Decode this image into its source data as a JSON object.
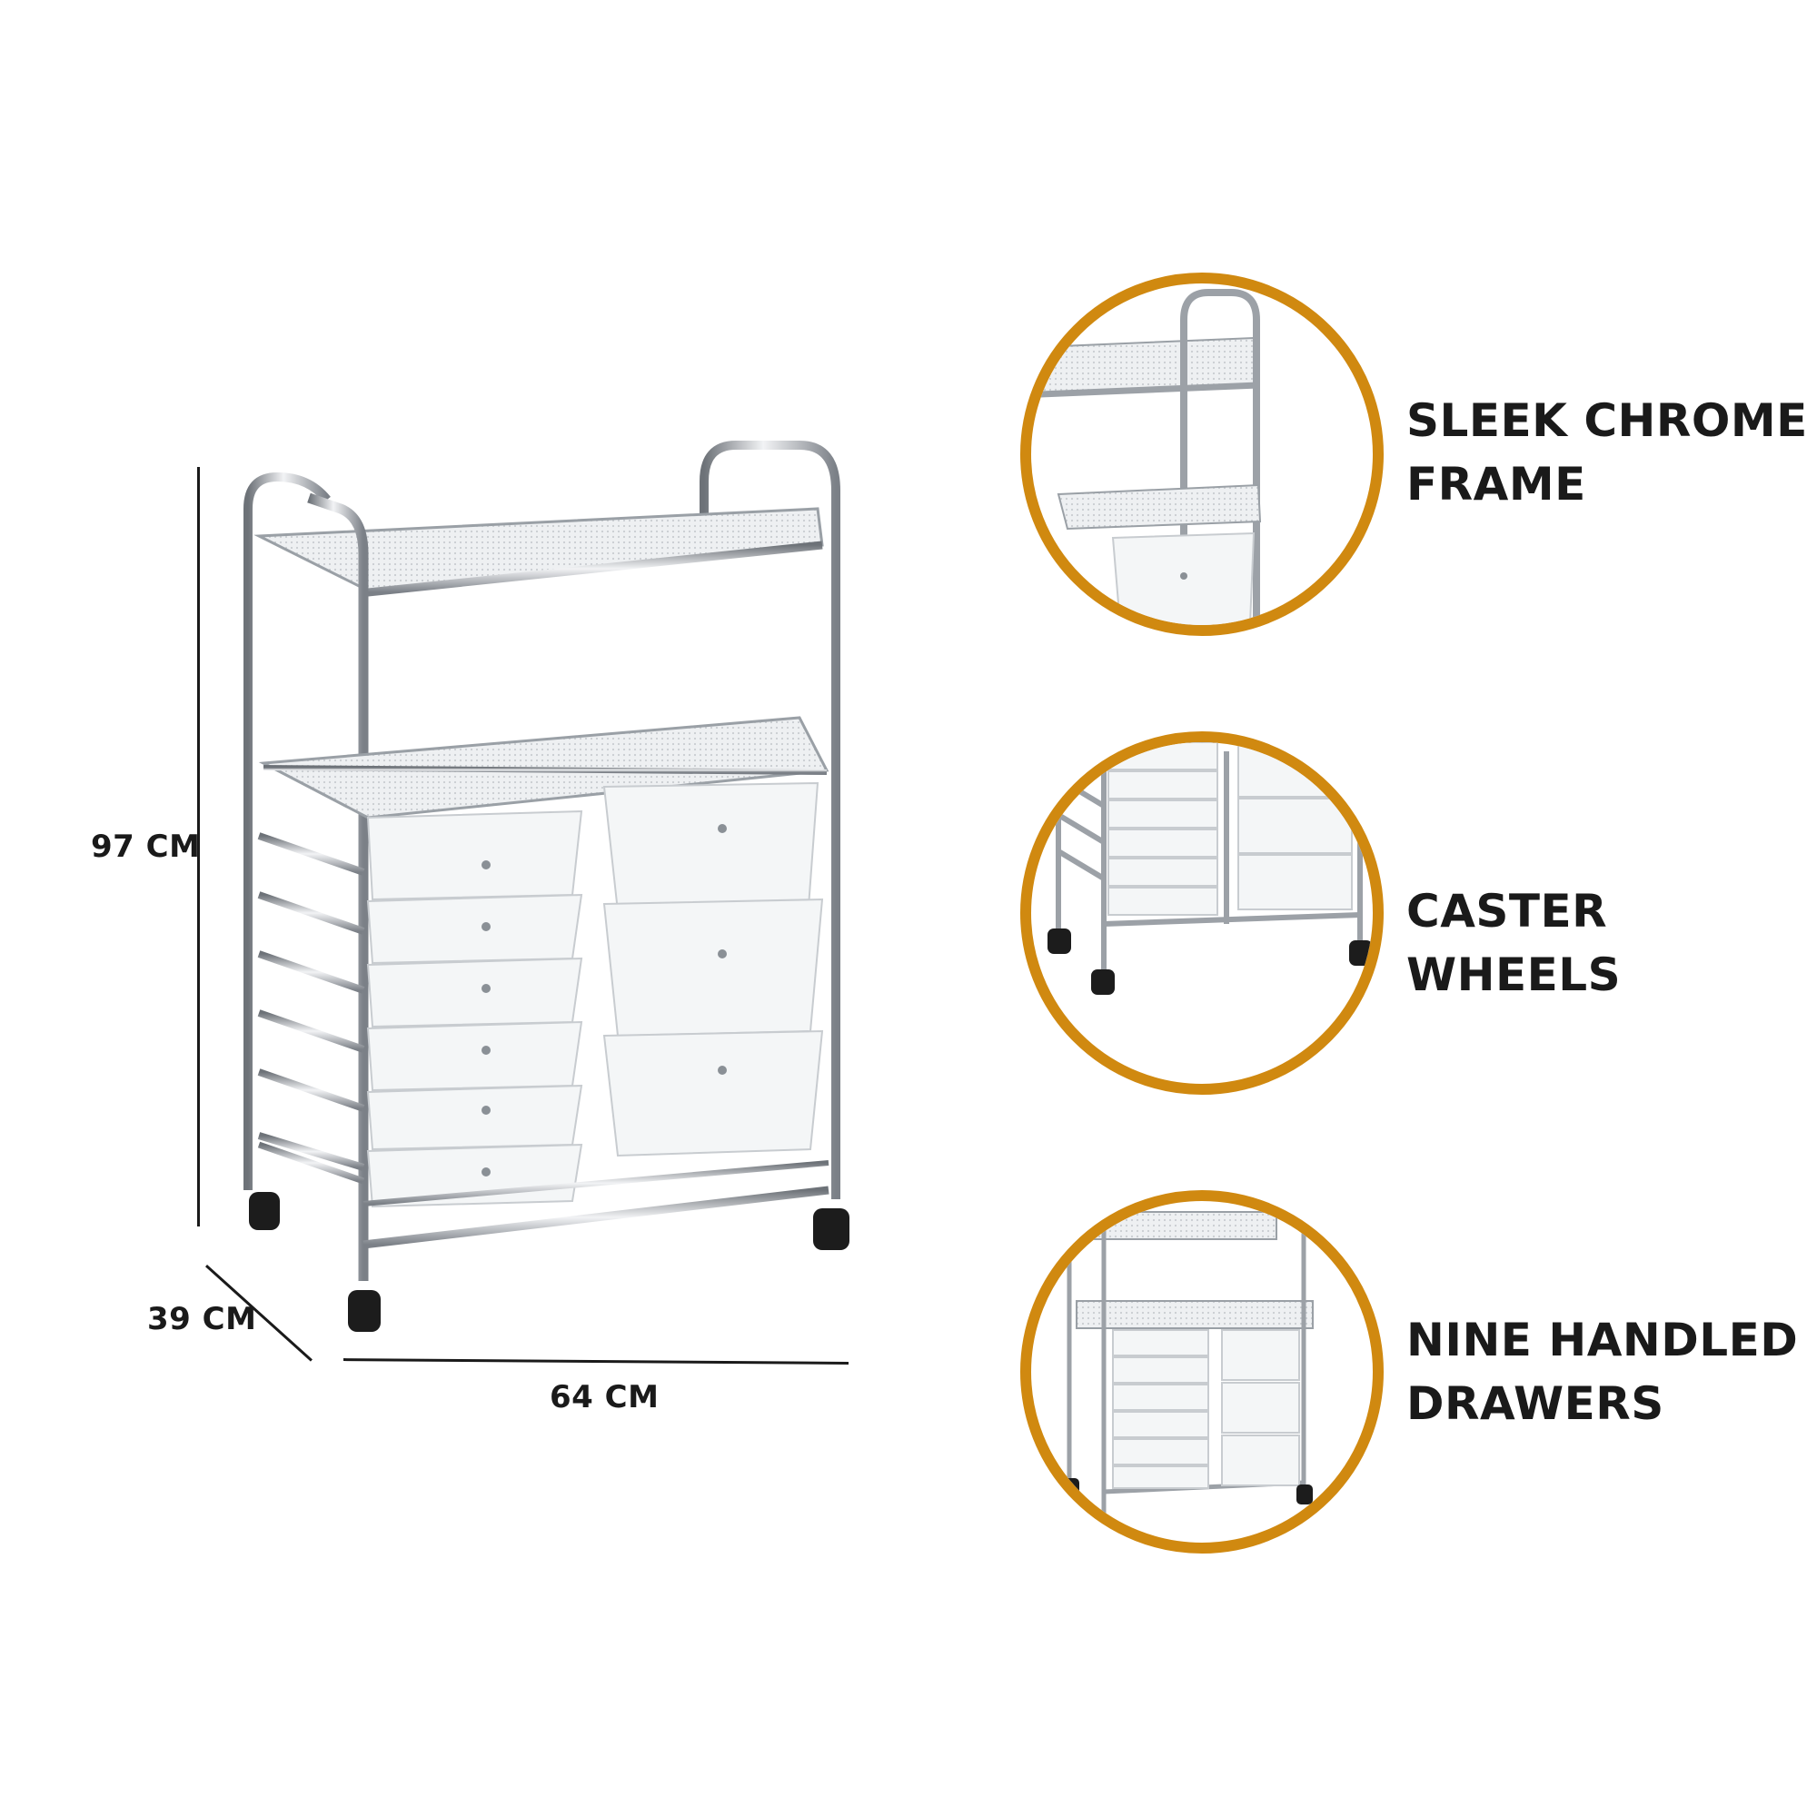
{
  "dimensions": {
    "height": "97 CM",
    "depth": "39 CM",
    "width": "64 CM"
  },
  "features": [
    {
      "line1": "SLEEK CHROME",
      "line2": "FRAME"
    },
    {
      "line1": "CASTER WHEELS",
      "line2": ""
    },
    {
      "line1": "NINE HANDLED",
      "line2": "DRAWERS"
    }
  ],
  "colors": {
    "accent_ring": "#d08910",
    "text": "#1a1a1a",
    "chrome": "#b8bcc2",
    "drawer": "#f4f6f7"
  }
}
